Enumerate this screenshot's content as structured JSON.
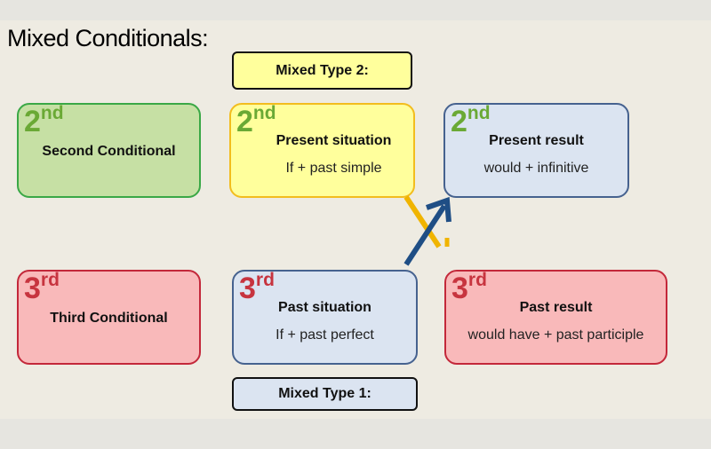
{
  "title": "Mixed Conditionals:",
  "mixed_type_2": "Mixed Type 2:",
  "mixed_type_1": "Mixed Type 1:",
  "boxes": {
    "second_conditional": {
      "num": "2",
      "suffix": "nd",
      "label": "Second Conditional"
    },
    "present_situation": {
      "num": "2",
      "suffix": "nd",
      "label": "Present situation",
      "sub": "If + past simple"
    },
    "present_result": {
      "num": "2",
      "suffix": "nd",
      "label": "Present result",
      "sub": "would + infinitive"
    },
    "third_conditional": {
      "num": "3",
      "suffix": "rd",
      "label": "Third Conditional"
    },
    "past_situation": {
      "num": "3",
      "suffix": "rd",
      "label": "Past situation",
      "sub": "If + past perfect"
    },
    "past_result": {
      "num": "3",
      "suffix": "rd",
      "label": "Past result",
      "sub": "would have + past participle"
    }
  },
  "colors": {
    "yellow": "#ffff9c",
    "green": "#c6e0a4",
    "blue": "#dbe4f1",
    "pink": "#f9b9ba",
    "arrow": "#1f4e85",
    "line": "#f0b400"
  }
}
